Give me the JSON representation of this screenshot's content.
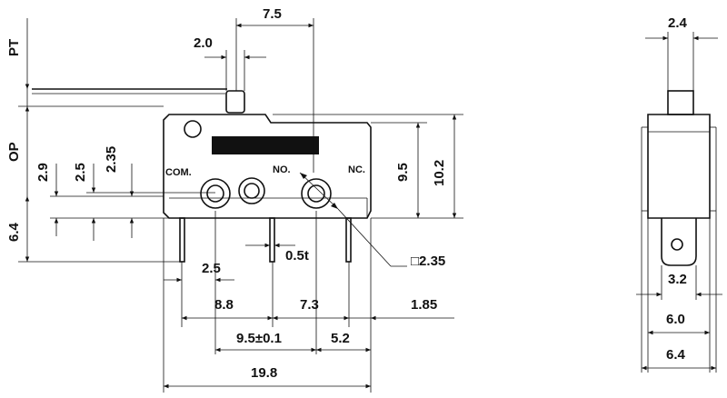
{
  "dimensions": {
    "pt": "PT",
    "op": "OP",
    "top_7_5": "7.5",
    "top_2_0": "2.0",
    "left_2_9": "2.9",
    "left_2_5": "2.5",
    "left_2_35": "2.35",
    "left_6_4": "6.4",
    "right_9_5": "9.5",
    "right_10_2": "10.2",
    "bottom_2_5": "2.5",
    "bottom_0_5t": "0.5t",
    "terminal_square": "□2.35",
    "bottom_8_8": "8.8",
    "bottom_7_3": "7.3",
    "bottom_1_85": "1.85",
    "bottom_9_5_tol": "9.5±0.1",
    "bottom_5_2": "5.2",
    "bottom_19_8": "19.8",
    "side_2_4": "2.4",
    "side_3_2": "3.2",
    "side_6_0": "6.0",
    "side_6_4": "6.4"
  },
  "terminal_labels": {
    "com": "COM.",
    "no": "NO.",
    "nc": "NC."
  }
}
